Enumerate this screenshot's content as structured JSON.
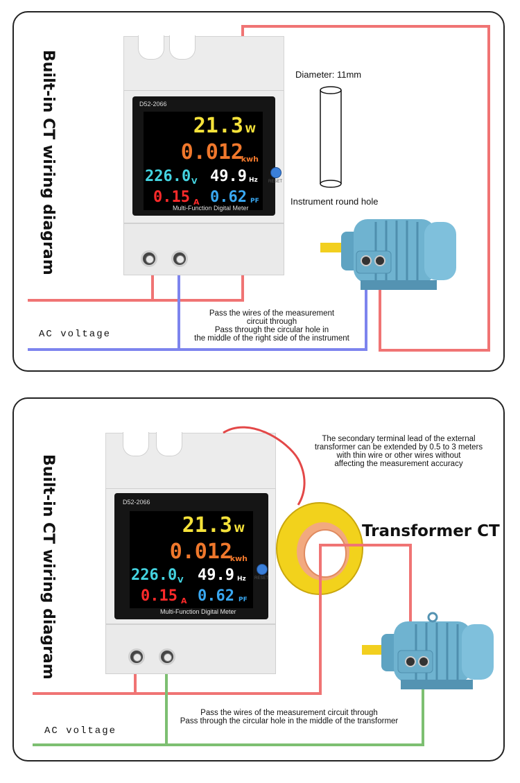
{
  "colors": {
    "live_wire": "#f07474",
    "neutral_wire_1": "#7d84ee",
    "neutral_wire_2": "#7dbf71",
    "frame": "#222222",
    "motor": "#6fb3d0",
    "ct_ring": "#f2d21c",
    "ct_coil": "#f2a97f",
    "lead": "#e34848"
  },
  "diagram_1": {
    "side_title": "Built-in CT wiring diagram",
    "tube_label": "Diameter: 11mm",
    "hole_label": "Instrument round hole",
    "note_line1": "Pass the wires of the measurement",
    "note_line2": "circuit through",
    "note_line3": "Pass through the circular hole in",
    "note_line4": "the middle of the right side of the instrument",
    "ac_label": "AC voltage"
  },
  "diagram_2": {
    "side_title": "Built-in CT wiring diagram",
    "ct_note_line1": "The secondary terminal lead of the external",
    "ct_note_line2": "transformer can be extended by 0.5 to 3 meters",
    "ct_note_line3": "with thin wire or other wires without",
    "ct_note_line4": "affecting the measurement accuracy",
    "ct_title": "Transformer CT",
    "note_line1": "Pass the wires of the measurement circuit through",
    "note_line2": "Pass through the circular hole in the middle of the transformer",
    "ac_label": "AC voltage"
  },
  "meter": {
    "model": "D52-2066",
    "power_value": "21.3",
    "power_unit": "W",
    "energy_value": "0.012",
    "energy_unit": "kwh",
    "voltage_value": "226.0",
    "voltage_unit": "V",
    "frequency_value": "49.9",
    "frequency_unit": "Hz",
    "current_value": "0.15",
    "current_unit": "A",
    "pf_value": "0.62",
    "pf_unit": "PF",
    "reset_label": "RESET",
    "caption": "Multi-Function Digital Meter"
  }
}
